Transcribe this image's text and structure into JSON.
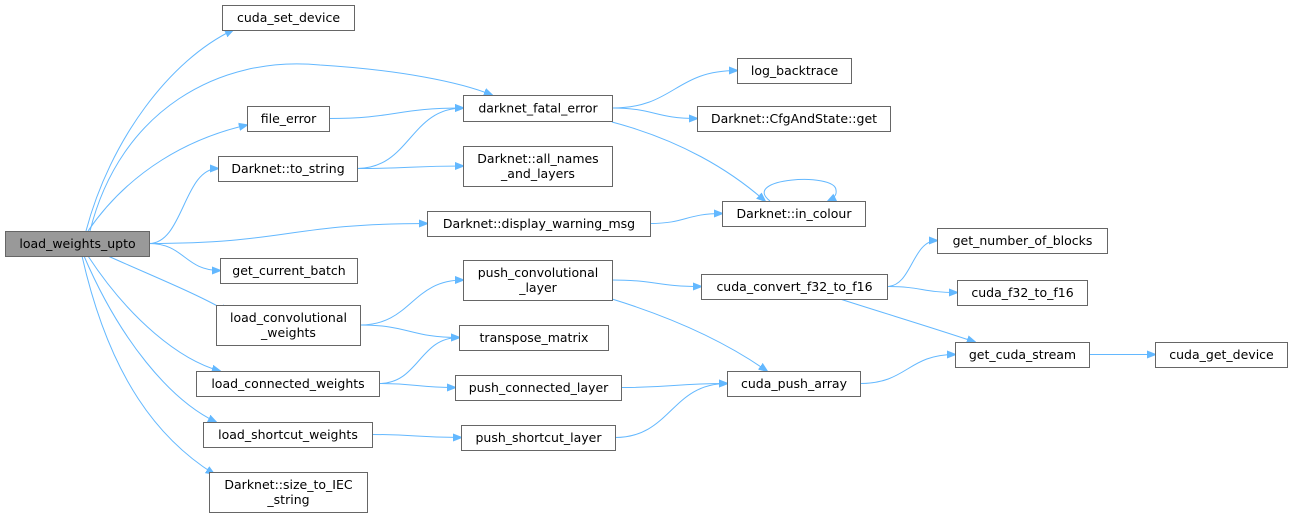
{
  "graph": {
    "root": "load_weights_upto",
    "nodes": [
      {
        "id": "load_weights_upto",
        "lines": [
          "load_weights_upto"
        ]
      },
      {
        "id": "cuda_set_device",
        "lines": [
          "cuda_set_device"
        ]
      },
      {
        "id": "darknet_fatal_error",
        "lines": [
          "darknet_fatal_error"
        ]
      },
      {
        "id": "file_error",
        "lines": [
          "file_error"
        ]
      },
      {
        "id": "to_string",
        "lines": [
          "Darknet::to_string"
        ]
      },
      {
        "id": "all_names_and_layers",
        "lines": [
          "Darknet::all_names",
          "_and_layers"
        ]
      },
      {
        "id": "log_backtrace",
        "lines": [
          "log_backtrace"
        ]
      },
      {
        "id": "cfg_get",
        "lines": [
          "Darknet::CfgAndState::get"
        ]
      },
      {
        "id": "display_warning_msg",
        "lines": [
          "Darknet::display_warning_msg"
        ]
      },
      {
        "id": "in_colour",
        "lines": [
          "Darknet::in_colour"
        ]
      },
      {
        "id": "get_current_batch",
        "lines": [
          "get_current_batch"
        ]
      },
      {
        "id": "load_convolutional_weights",
        "lines": [
          "load_convolutional",
          "_weights"
        ]
      },
      {
        "id": "push_convolutional_layer",
        "lines": [
          "push_convolutional",
          "_layer"
        ]
      },
      {
        "id": "transpose_matrix",
        "lines": [
          "transpose_matrix"
        ]
      },
      {
        "id": "load_connected_weights",
        "lines": [
          "load_connected_weights"
        ]
      },
      {
        "id": "push_connected_layer",
        "lines": [
          "push_connected_layer"
        ]
      },
      {
        "id": "load_shortcut_weights",
        "lines": [
          "load_shortcut_weights"
        ]
      },
      {
        "id": "push_shortcut_layer",
        "lines": [
          "push_shortcut_layer"
        ]
      },
      {
        "id": "size_to_IEC_string",
        "lines": [
          "Darknet::size_to_IEC",
          "_string"
        ]
      },
      {
        "id": "cuda_convert_f32_to_f16",
        "lines": [
          "cuda_convert_f32_to_f16"
        ]
      },
      {
        "id": "get_number_of_blocks",
        "lines": [
          "get_number_of_blocks"
        ]
      },
      {
        "id": "cuda_f32_to_f16",
        "lines": [
          "cuda_f32_to_f16"
        ]
      },
      {
        "id": "get_cuda_stream",
        "lines": [
          "get_cuda_stream"
        ]
      },
      {
        "id": "cuda_get_device",
        "lines": [
          "cuda_get_device"
        ]
      },
      {
        "id": "cuda_push_array",
        "lines": [
          "cuda_push_array"
        ]
      }
    ],
    "edges": [
      [
        "load_weights_upto",
        "cuda_set_device"
      ],
      [
        "load_weights_upto",
        "darknet_fatal_error"
      ],
      [
        "load_weights_upto",
        "file_error"
      ],
      [
        "load_weights_upto",
        "to_string"
      ],
      [
        "load_weights_upto",
        "display_warning_msg"
      ],
      [
        "load_weights_upto",
        "get_current_batch"
      ],
      [
        "load_weights_upto",
        "load_convolutional_weights"
      ],
      [
        "load_weights_upto",
        "load_connected_weights"
      ],
      [
        "load_weights_upto",
        "load_shortcut_weights"
      ],
      [
        "load_weights_upto",
        "size_to_IEC_string"
      ],
      [
        "file_error",
        "darknet_fatal_error"
      ],
      [
        "to_string",
        "darknet_fatal_error"
      ],
      [
        "to_string",
        "all_names_and_layers"
      ],
      [
        "darknet_fatal_error",
        "log_backtrace"
      ],
      [
        "darknet_fatal_error",
        "cfg_get"
      ],
      [
        "darknet_fatal_error",
        "in_colour"
      ],
      [
        "in_colour",
        "in_colour"
      ],
      [
        "display_warning_msg",
        "in_colour"
      ],
      [
        "load_convolutional_weights",
        "push_convolutional_layer"
      ],
      [
        "load_convolutional_weights",
        "transpose_matrix"
      ],
      [
        "load_connected_weights",
        "transpose_matrix"
      ],
      [
        "load_connected_weights",
        "push_connected_layer"
      ],
      [
        "load_shortcut_weights",
        "push_shortcut_layer"
      ],
      [
        "push_convolutional_layer",
        "cuda_convert_f32_to_f16"
      ],
      [
        "push_convolutional_layer",
        "cuda_push_array"
      ],
      [
        "push_connected_layer",
        "cuda_push_array"
      ],
      [
        "push_shortcut_layer",
        "cuda_push_array"
      ],
      [
        "cuda_convert_f32_to_f16",
        "get_number_of_blocks"
      ],
      [
        "cuda_convert_f32_to_f16",
        "cuda_f32_to_f16"
      ],
      [
        "cuda_convert_f32_to_f16",
        "get_cuda_stream"
      ],
      [
        "cuda_push_array",
        "get_cuda_stream"
      ],
      [
        "get_cuda_stream",
        "cuda_get_device"
      ]
    ]
  },
  "colors": {
    "edge": "#63b8ff",
    "node_border": "#666666",
    "root_fill": "#999999",
    "node_fill": "#ffffff"
  }
}
